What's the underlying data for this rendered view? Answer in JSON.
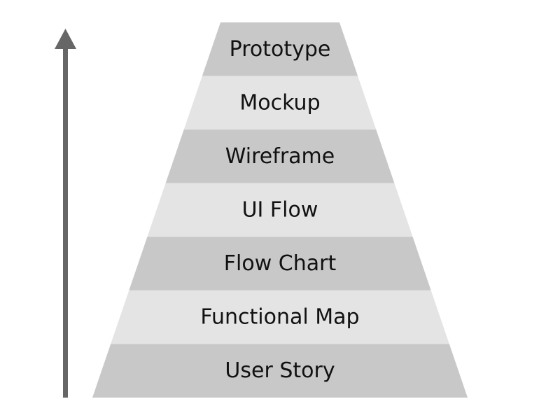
{
  "pyramid": {
    "layers": [
      {
        "label": "Prototype"
      },
      {
        "label": "Mockup"
      },
      {
        "label": "Wireframe"
      },
      {
        "label": "UI Flow"
      },
      {
        "label": "Flow Chart"
      },
      {
        "label": "Functional Map"
      },
      {
        "label": "User Story"
      }
    ],
    "colors": {
      "dark_band": "#c8c8c8",
      "light_band": "#e4e4e4",
      "text": "#111111",
      "arrow": "#666666"
    }
  }
}
